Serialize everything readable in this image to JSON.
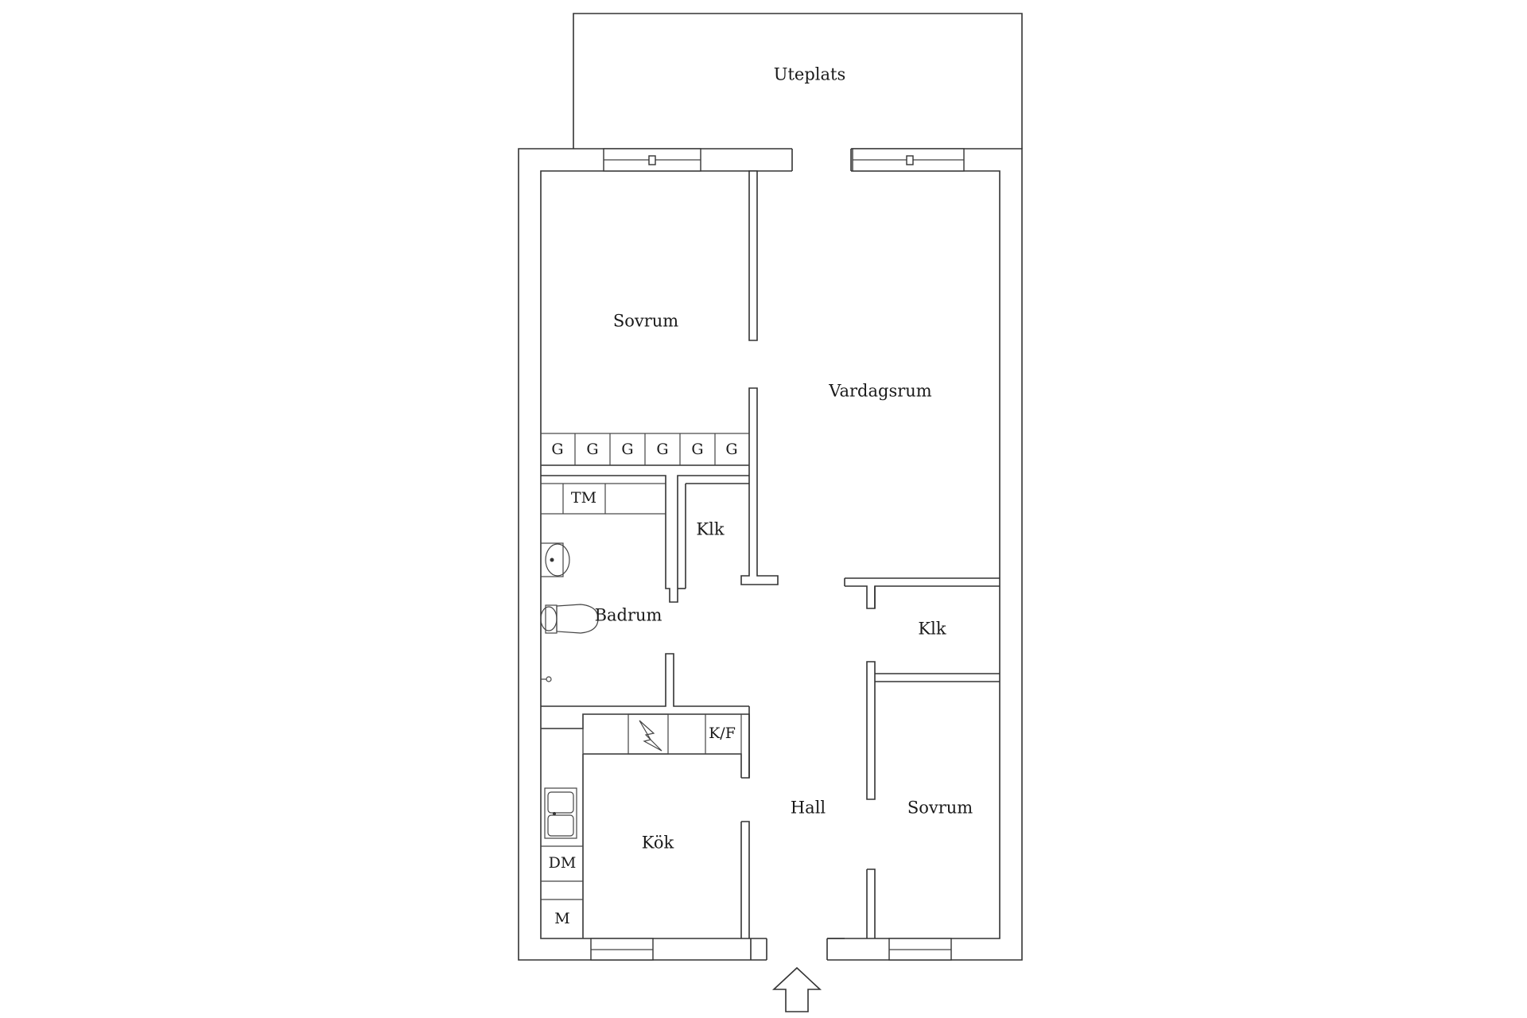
{
  "rooms": {
    "terrace": "Uteplats",
    "bedroom_top": "Sovrum",
    "living_room": "Vardagsrum",
    "closet_left": "Klk",
    "closet_right": "Klk",
    "bathroom": "Badrum",
    "kitchen": "Kök",
    "hall": "Hall",
    "bedroom_bottom": "Sovrum"
  },
  "fixtures": {
    "wardrobes": [
      "G",
      "G",
      "G",
      "G",
      "G",
      "G"
    ],
    "dryer": "TM",
    "fridge_freezer": "K/F",
    "dishwasher": "DM",
    "microwave": "M"
  },
  "icons": {
    "entrance": "entrance-arrow-icon",
    "sink": "sink-icon",
    "toilet": "toilet-icon",
    "stove": "stove-icon",
    "kitchen_sink": "kitchen-sink-icon",
    "tap": "tap-icon"
  }
}
